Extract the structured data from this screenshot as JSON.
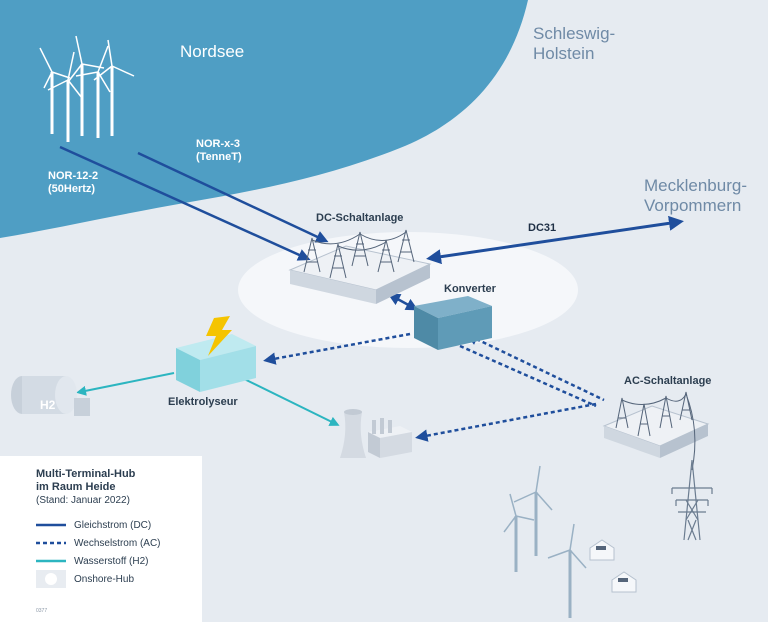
{
  "regions": {
    "sea": "Nordsee",
    "state_north": "Schleswig-\nHolstein",
    "state_east": "Mecklenburg-\nVorpommern"
  },
  "cables": {
    "nor_x_3": "NOR-x-3\n(TenneT)",
    "nor_12_2": "NOR-12-2\n(50Hertz)",
    "dc31": "DC31"
  },
  "nodes": {
    "dc_switchyard": "DC-Schaltanlage",
    "converter": "Konverter",
    "electrolyser": "Elektrolyseur",
    "ac_switchyard": "AC-Schaltanlage",
    "h2_tank": "H2"
  },
  "legend": {
    "title": "Multi-Terminal-Hub\nim Raum Heide",
    "subtitle": "(Stand: Januar 2022)",
    "items": [
      {
        "label": "Gleichstrom (DC)",
        "color": "#1f4e9c",
        "style": "solid"
      },
      {
        "label": "Wechselstrom (AC)",
        "color": "#1f4e9c",
        "style": "dashed"
      },
      {
        "label": "Wasserstoff (H2)",
        "color": "#2cb5c0",
        "style": "solid"
      },
      {
        "label": "Onshore-Hub",
        "color": "#e8ecf1",
        "style": "area"
      }
    ],
    "code": "0377"
  },
  "colors": {
    "sea": "#4f9ec4",
    "land": "#e6ebf1",
    "dc": "#1f4e9c",
    "h2": "#2cb5c0",
    "hub": "#f5f7fa",
    "lightning": "#f5c400"
  }
}
